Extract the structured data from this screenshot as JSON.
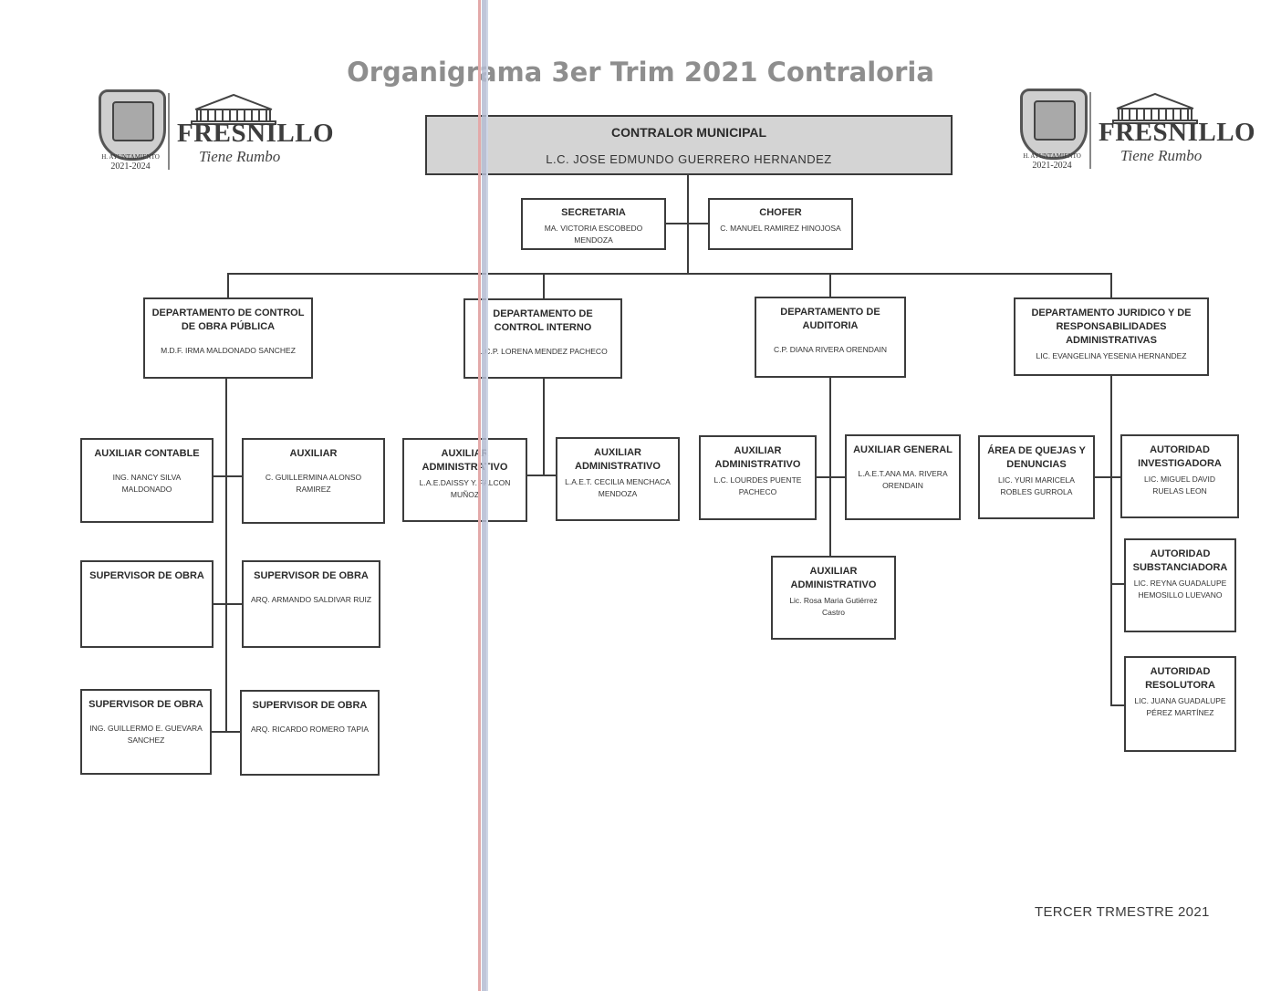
{
  "title": "Organigrama 3er Trim 2021 Contraloria",
  "footer": "TERCER  TRMESTRE 2021",
  "logo": {
    "brand": "FRESNILLO",
    "slogan": "Tiene Rumbo",
    "ayuntamiento": "H. AYUNTAMIENTO",
    "years": "2021-2024"
  },
  "nodes": {
    "contralor": {
      "title": "CONTRALOR MUNICIPAL",
      "name": "L.C. JOSE EDMUNDO GUERRERO HERNANDEZ"
    },
    "secretaria": {
      "title": "SECRETARIA",
      "name": "MA. VICTORIA ESCOBEDO MENDOZA"
    },
    "chofer": {
      "title": "CHOFER",
      "name": "C. MANUEL RAMIREZ HINOJOSA"
    },
    "dep_obra": {
      "title": "DEPARTAMENTO DE CONTROL DE OBRA PÚBLICA",
      "name": "M.D.F. IRMA MALDONADO SANCHEZ"
    },
    "dep_interno": {
      "title": "DEPARTAMENTO DE CONTROL INTERNO",
      "name": "L.C.P. LORENA MENDEZ PACHECO"
    },
    "dep_auditoria": {
      "title": "DEPARTAMENTO DE AUDITORIA",
      "name": "C.P. DIANA RIVERA ORENDAIN"
    },
    "dep_juridico": {
      "title": "DEPARTAMENTO JURIDICO Y DE RESPONSABILIDADES ADMINISTRATIVAS",
      "name": "LIC. EVANGELINA YESENIA HERNANDEZ"
    },
    "aux_contable": {
      "title": "AUXILIAR CONTABLE",
      "name": "ING. NANCY SILVA MALDONADO"
    },
    "auxiliar": {
      "title": "AUXILIAR",
      "name": "C. GUILLERMINA ALONSO RAMIREZ"
    },
    "sup_obra_1": {
      "title": "SUPERVISOR DE OBRA",
      "name": ""
    },
    "sup_obra_2": {
      "title": "SUPERVISOR DE OBRA",
      "name": "ARQ. ARMANDO SALDIVAR RUIZ"
    },
    "sup_obra_3": {
      "title": "SUPERVISOR DE OBRA",
      "name": "ING. GUILLERMO E. GUEVARA SANCHEZ"
    },
    "sup_obra_4": {
      "title": "SUPERVISOR DE OBRA",
      "name": "ARQ. RICARDO ROMERO TAPIA"
    },
    "aux_adm_1": {
      "title": "AUXILIAR ADMINISTRATIVO",
      "name": "L.A.E.DAISSY Y. FALCON MUÑOZ"
    },
    "aux_adm_2": {
      "title": "AUXILIAR ADMINISTRATIVO",
      "name": "L.A.E.T. CECILIA MENCHACA MENDOZA"
    },
    "aux_adm_3": {
      "title": "AUXILIAR ADMINISTRATIVO",
      "name": "L.C. LOURDES PUENTE PACHECO"
    },
    "aux_general": {
      "title": "AUXILIAR GENERAL",
      "name": "L.A.E.T.ANA MA. RIVERA ORENDAIN"
    },
    "aux_adm_4": {
      "title": "AUXILIAR ADMINISTRATIVO",
      "name": "Lic. Rosa Maria Gutiérrez Castro"
    },
    "quejas": {
      "title": "ÁREA DE QUEJAS Y DENUNCIAS",
      "name": "LIC. YURI MARICELA ROBLES GURROLA"
    },
    "investigadora": {
      "title": "AUTORIDAD INVESTIGADORA",
      "name": "LIC. MIGUEL DAVID RUELAS LEON"
    },
    "substanciadora": {
      "title": "AUTORIDAD SUBSTANCIADORA",
      "name": "LIC. REYNA GUADALUPE HEMOSILLO LUEVANO"
    },
    "resolutora": {
      "title": "AUTORIDAD RESOLUTORA",
      "name": "LIC. JUANA GUADALUPE PÉREZ MARTÍNEZ"
    }
  }
}
